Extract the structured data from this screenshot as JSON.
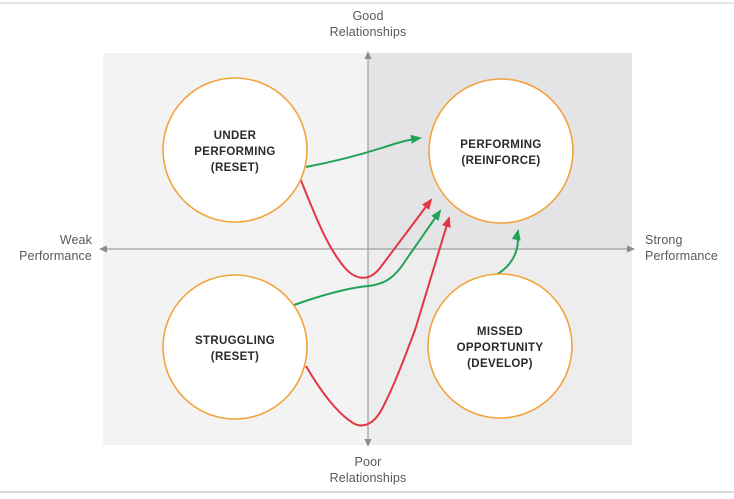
{
  "axes": {
    "top": {
      "line1": "Good",
      "line2": "Relationships"
    },
    "bottom": {
      "line1": "Poor",
      "line2": "Relationships"
    },
    "left": {
      "line1": "Weak",
      "line2": "Performance"
    },
    "right": {
      "line1": "Strong",
      "line2": "Performance"
    }
  },
  "nodes": [
    {
      "id": "under-performing",
      "quadrant": "top-left",
      "lines": [
        "UNDER",
        "PERFORMING",
        "(RESET)"
      ]
    },
    {
      "id": "performing",
      "quadrant": "top-right",
      "lines": [
        "PERFORMING",
        "(REINFORCE)"
      ]
    },
    {
      "id": "struggling",
      "quadrant": "bottom-left",
      "lines": [
        "STRUGGLING",
        "(RESET)"
      ]
    },
    {
      "id": "missed-opportunity",
      "quadrant": "bottom-right",
      "lines": [
        "MISSED",
        "OPPORTUNITY",
        "(DEVELOP)"
      ]
    }
  ],
  "arrows": [
    {
      "from": "under-performing",
      "to": "performing",
      "color": "green"
    },
    {
      "from": "under-performing",
      "to": "performing",
      "color": "red"
    },
    {
      "from": "struggling",
      "to": "performing",
      "color": "green"
    },
    {
      "from": "struggling",
      "to": "performing",
      "color": "red"
    },
    {
      "from": "missed-opportunity",
      "to": "performing",
      "color": "green"
    }
  ],
  "colors": {
    "node_stroke": "#F2A33C",
    "green_arrow": "#21A357",
    "red_arrow": "#E23645",
    "axis": "#8C8C8C",
    "quadrant_light": "#F3F3F4",
    "quadrant_top_right": "#E4E4E6",
    "quadrant_bottom_right": "#EDEDEE",
    "axis_label_text": "#58595B",
    "node_text": "#2B2B2B"
  }
}
